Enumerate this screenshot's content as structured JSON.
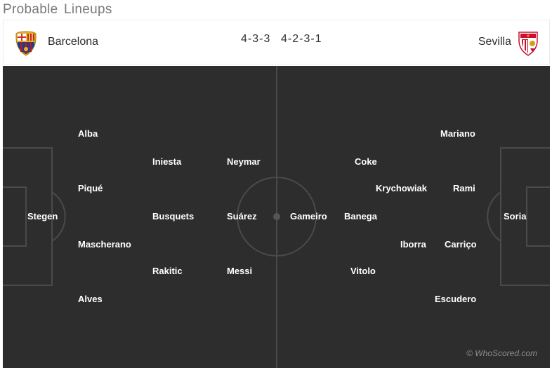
{
  "section_title": "Probable Lineups",
  "match": {
    "home": {
      "name": "Barcelona",
      "formation": "4-3-3",
      "crest_icon": "barcelona-crest-icon"
    },
    "away": {
      "name": "Sevilla",
      "formation": "4-2-3-1",
      "crest_icon": "sevilla-crest-icon"
    }
  },
  "home_players": [
    "Stegen",
    "Alba",
    "Piqué",
    "Mascherano",
    "Alves",
    "Iniesta",
    "Busquets",
    "Rakitic",
    "Neymar",
    "Suárez",
    "Messi"
  ],
  "away_players": [
    "Soria",
    "Mariano",
    "Rami",
    "Carriço",
    "Escudero",
    "Krychowiak",
    "Iborra",
    "Coke",
    "Banega",
    "Vitolo",
    "Gameiro"
  ],
  "watermark": "© WhoScored.com",
  "colors": {
    "pitch": "#2d2d2d",
    "pitch_lines": "#4a4a4a",
    "player_text": "#ffffff"
  }
}
